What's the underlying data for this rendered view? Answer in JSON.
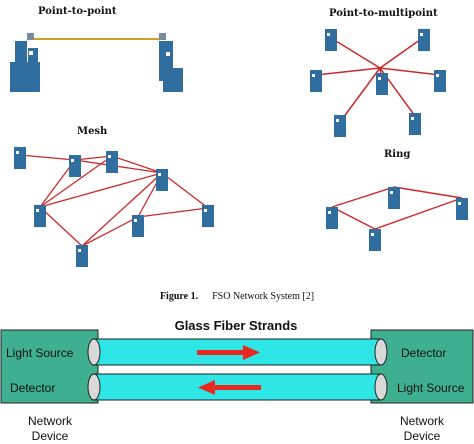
{
  "topologies": {
    "point_to_point": "Point-to-point",
    "point_to_multipoint": "Point-to-multipoint",
    "mesh": "Mesh",
    "ring": "Ring"
  },
  "caption": {
    "figure": "Figure 1.",
    "text": "FSO Network System [2]"
  },
  "fiber": {
    "title": "Glass Fiber Strands",
    "left_top": "Light Source",
    "left_bottom": "Detector",
    "right_top": "Detector",
    "right_bottom": "Light Source",
    "left_device_1": "Network",
    "left_device_2": "Device",
    "right_device_1": "Network",
    "right_device_2": "Device"
  },
  "colors": {
    "device_blue": "#2f6e9e",
    "link_red": "#cc2a2a",
    "link_gold": "#c9a227",
    "box_green": "#3fb08f",
    "fiber_cyan": "#2ee6e6",
    "arrow_red": "#e8291f"
  }
}
